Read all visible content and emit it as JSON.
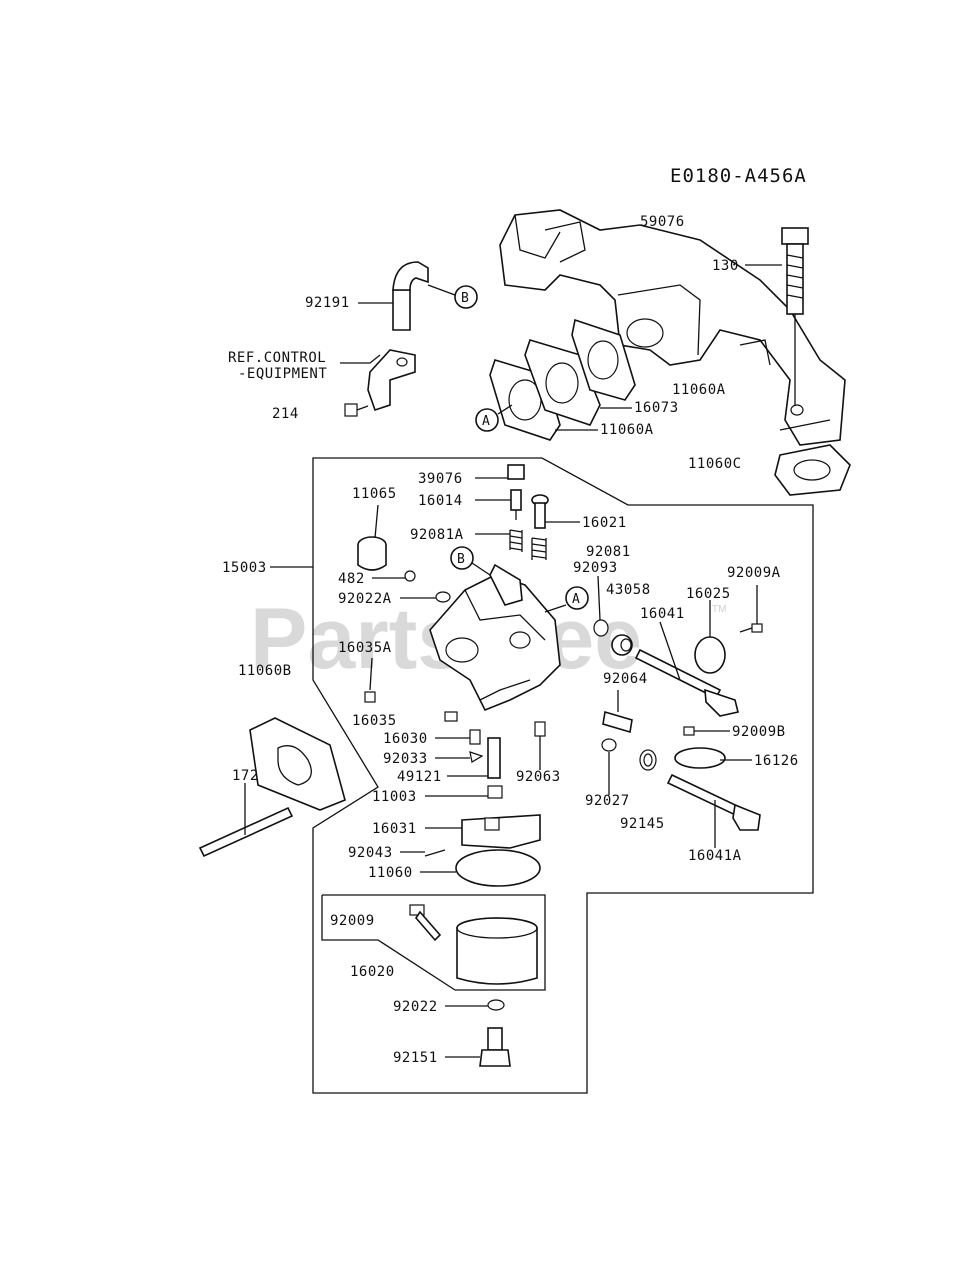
{
  "diagram_code": "E0180-A456A",
  "watermark": {
    "text": "PartsTree",
    "trademark": "TM"
  },
  "callouts": {
    "a": "A",
    "b": "B"
  },
  "parts": {
    "p59076": "59076",
    "p130": "130",
    "p92191": "92191",
    "ref_control_1": "REF.CONTROL",
    "ref_control_2": "-EQUIPMENT",
    "p214": "214",
    "p16073": "16073",
    "p11060A_1": "11060A",
    "p11060A_2": "11060A",
    "p11060C": "11060C",
    "p39076": "39076",
    "p16014": "16014",
    "p11065": "11065",
    "p16021": "16021",
    "p92081A": "92081A",
    "p92081": "92081",
    "p15003": "15003",
    "p92093": "92093",
    "p43058": "43058",
    "p482": "482",
    "p16025": "16025",
    "p92009A": "92009A",
    "p92022A": "92022A",
    "p16041": "16041",
    "p16035A": "16035A",
    "p11060B": "11060B",
    "p92064": "92064",
    "p16035": "16035",
    "p16030": "16030",
    "p92009B": "92009B",
    "p92033": "92033",
    "p16126": "16126",
    "p49121": "49121",
    "p92063": "92063",
    "p172": "172",
    "p11003": "11003",
    "p92027": "92027",
    "p92145": "92145",
    "p16031": "16031",
    "p16041A": "16041A",
    "p92043": "92043",
    "p11060": "11060",
    "p92009": "92009",
    "p16020": "16020",
    "p92022": "92022",
    "p92151": "92151"
  }
}
